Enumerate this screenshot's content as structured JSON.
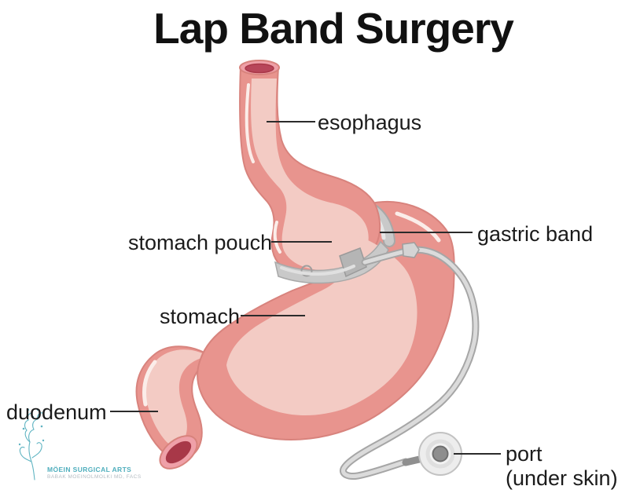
{
  "title": "Lap Band Surgery",
  "labels": {
    "esophagus": "esophagus",
    "stomach_pouch": "stomach pouch",
    "gastric_band": "gastric band",
    "stomach": "stomach",
    "duodenum": "duodenum",
    "port": "port",
    "port_sub": "(under skin)"
  },
  "logo": {
    "name": "MÖEIN SURGICAL ARTS",
    "subtitle": "BABAK MOEINOLMOLKI MD, FACS"
  },
  "colors": {
    "organ_base": "#E8948E",
    "organ_inner": "#F3CBC4",
    "organ_outline": "#D8837D",
    "organ_highlight": "#FBEDE9",
    "lumen_red": "#B8465A",
    "lumen_rim": "#EFA0A8",
    "device_gray": "#C9C9C9",
    "device_gray_dark": "#A6A6A6",
    "device_gray_light": "#E2E2E2",
    "port_center_gray": "#8E8E8E",
    "label_color": "#1B1B1B",
    "line_color": "#2B2B2B",
    "logo_teal": "#4FAEBD",
    "logo_subtext_gray": "#B4BCC2"
  }
}
